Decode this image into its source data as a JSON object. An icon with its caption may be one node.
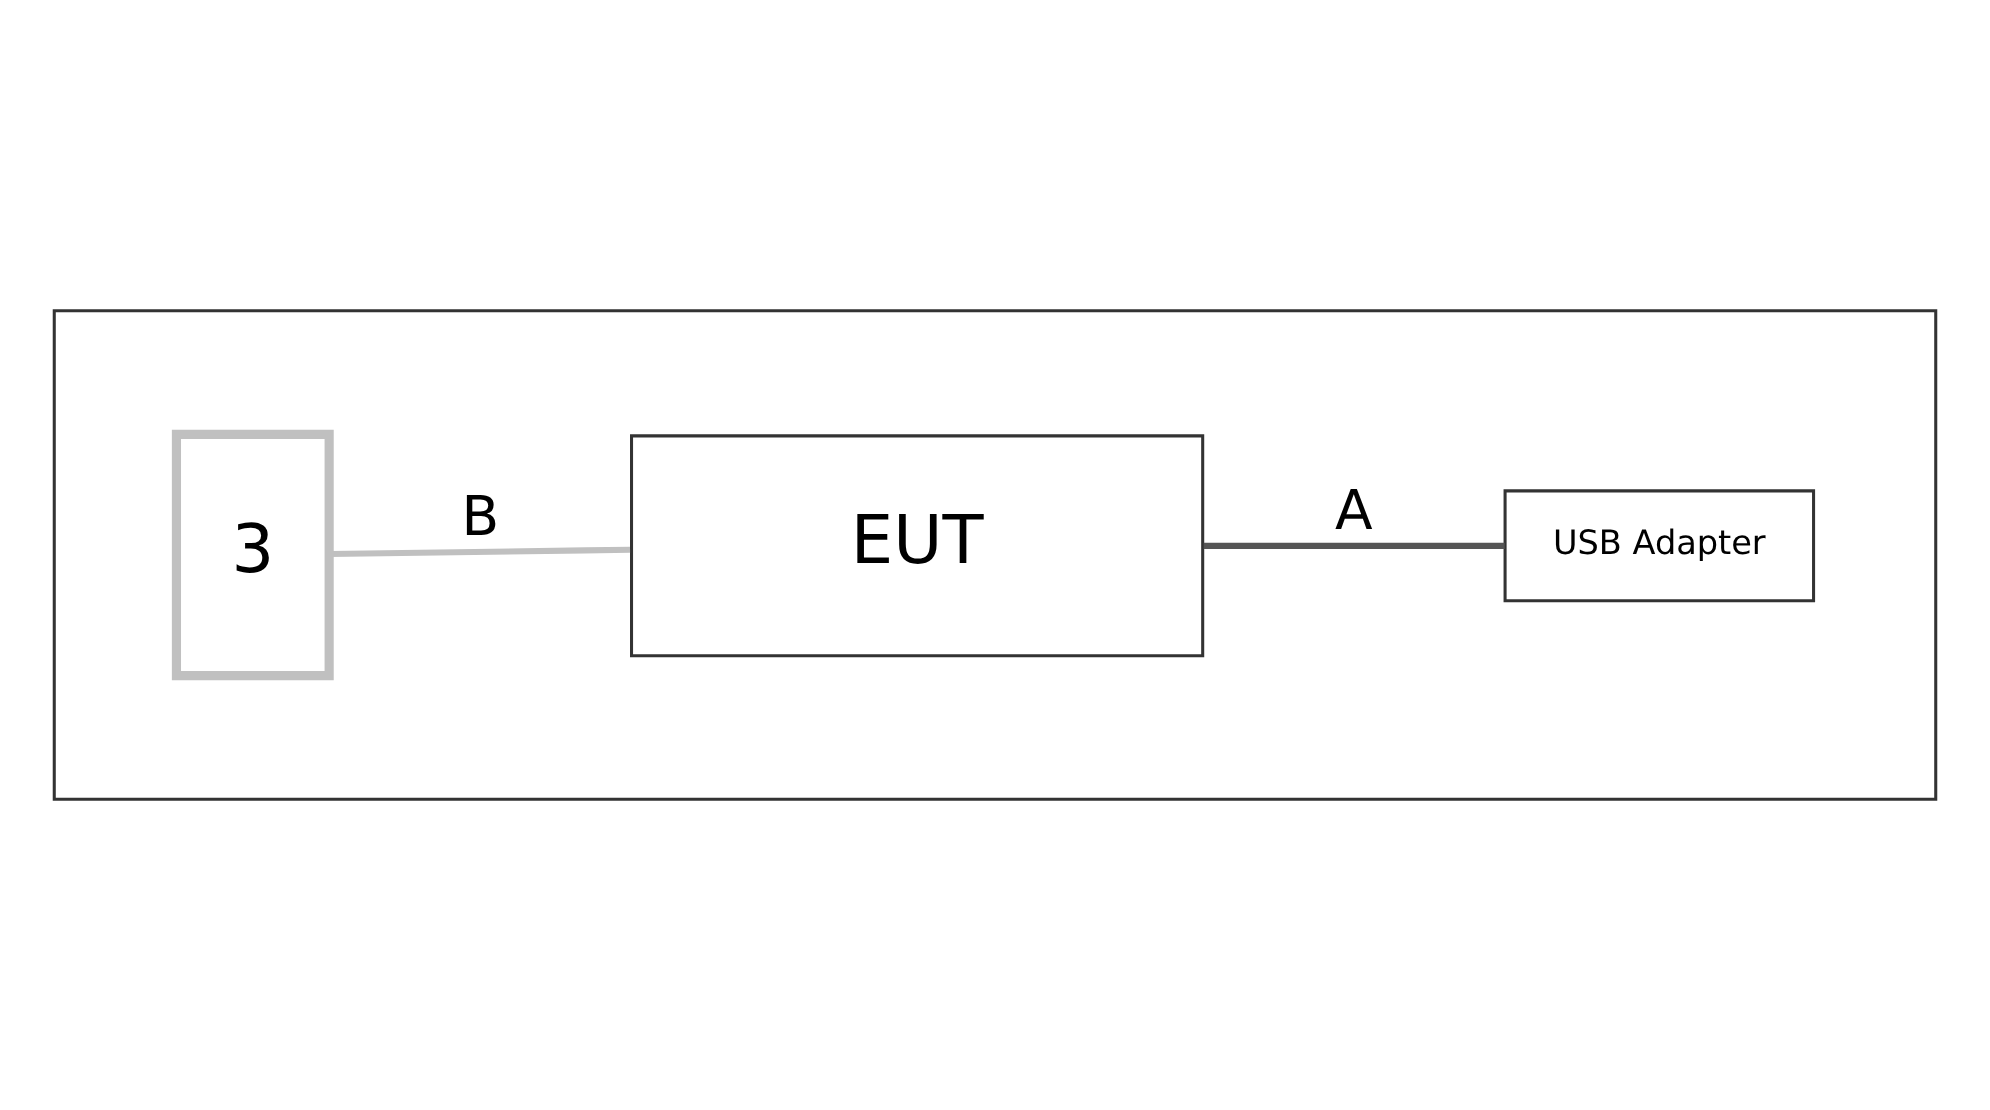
{
  "diagram": {
    "nodes": [
      {
        "text": [],
        "shape": "box"
      },
      {
        "text": [
          "3"
        ],
        "in": 0
      },
      {
        "text": [
          "EUT"
        ],
        "in": 0
      },
      {
        "text": [
          "USB Adapter"
        ],
        "in": 0
      }
    ],
    "edges": [
      {
        "from": 1,
        "to": 2,
        "arrow": "none",
        "label": "B",
        "color": "#c0c0c0"
      },
      {
        "from": 2,
        "to": 3,
        "arrow": "none",
        "label": "A",
        "color": "#555555"
      }
    ]
  }
}
